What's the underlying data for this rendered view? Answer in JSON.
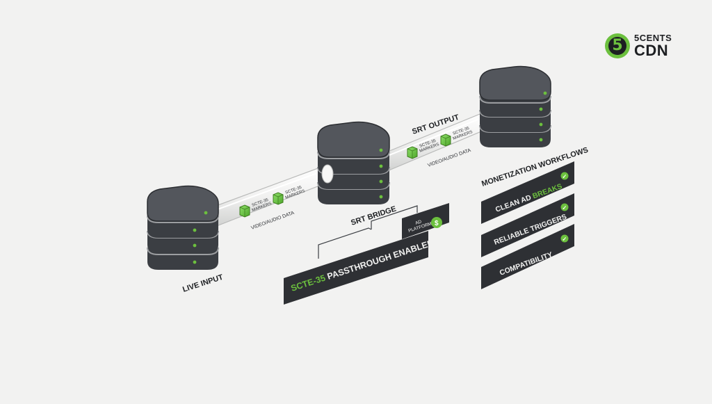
{
  "brand": {
    "digit": "5",
    "line1": "5CENTS",
    "line2": "CDN",
    "color": "#6cc03e"
  },
  "nodes": {
    "live_input": "LIVE INPUT",
    "srt_bridge": "SRT BRIDGE",
    "srt_output": "SRT OUTPUT"
  },
  "links": {
    "left": {
      "marker1": "SCTE-35",
      "marker1b": "MARKERS",
      "marker2": "SCTE-35",
      "marker2b": "MARKERS",
      "data_label": "VIDEO/AUDIO DATA"
    },
    "right": {
      "marker1": "SCTE-35",
      "marker1b": "MARKERS",
      "marker2": "SCTE-35",
      "marker2b": "MARKERS",
      "data_label": "VIDEO/AUDIO DATA"
    }
  },
  "ad_platforms": {
    "line1": "AD",
    "line2": "PLATFORMS",
    "icon": "dollar-icon",
    "symbol": "$"
  },
  "passthrough": {
    "prefix": "SCTE-35",
    "suffix": " PASSTHROUGH ENABLED"
  },
  "monetization": {
    "title": "MONETIZATION WORKFLOWS",
    "items": [
      {
        "label_a": "CLEAN AD ",
        "label_b": "BREAKS",
        "check": "✓"
      },
      {
        "label_a": "RELIABLE TRIGGERS",
        "label_b": "",
        "check": "✓"
      },
      {
        "label_a": "COMPATIBILITY",
        "label_b": "",
        "check": "✓"
      }
    ]
  },
  "colors": {
    "accent": "#6cc03e",
    "server_dark": "#3b3e43",
    "panel": "#2e3034",
    "text_dark": "#1d1f22"
  }
}
